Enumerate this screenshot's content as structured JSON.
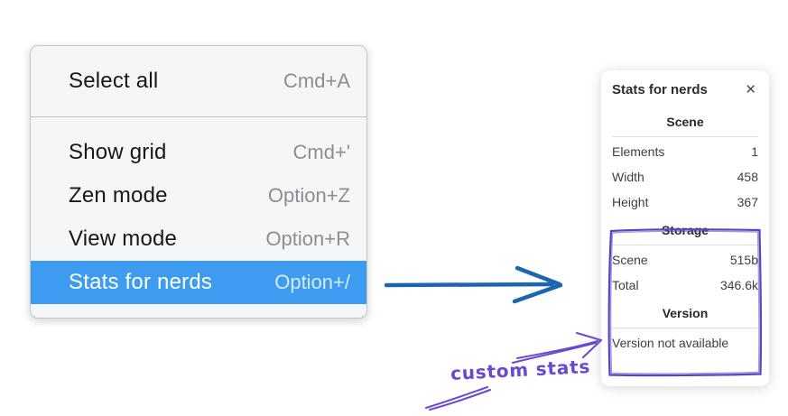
{
  "context_menu": {
    "groups": [
      {
        "items": [
          {
            "label": "Select all",
            "shortcut": "Cmd+A",
            "selected": false
          }
        ]
      },
      {
        "items": [
          {
            "label": "Show grid",
            "shortcut": "Cmd+'",
            "selected": false
          },
          {
            "label": "Zen mode",
            "shortcut": "Option+Z",
            "selected": false
          },
          {
            "label": "View mode",
            "shortcut": "Option+R",
            "selected": false
          },
          {
            "label": "Stats for nerds",
            "shortcut": "Option+/",
            "selected": true
          }
        ]
      }
    ]
  },
  "stats_panel": {
    "title": "Stats for nerds",
    "close_icon": "✕",
    "sections": [
      {
        "heading": "Scene",
        "rows": [
          {
            "label": "Elements",
            "value": "1"
          },
          {
            "label": "Width",
            "value": "458"
          },
          {
            "label": "Height",
            "value": "367"
          }
        ]
      },
      {
        "heading": "Storage",
        "rows": [
          {
            "label": "Scene",
            "value": "515b"
          },
          {
            "label": "Total",
            "value": "346.6k"
          }
        ]
      },
      {
        "heading": "Version",
        "rows": [],
        "note": "Version not available"
      }
    ]
  },
  "annotation": {
    "label": "custom stats"
  },
  "colors": {
    "menu_highlight": "#3d9cf0",
    "blue_arrow": "#1b66ae",
    "annotation_purple": "#6a48cf",
    "annotation_rect_purple": "#5b44c0"
  }
}
